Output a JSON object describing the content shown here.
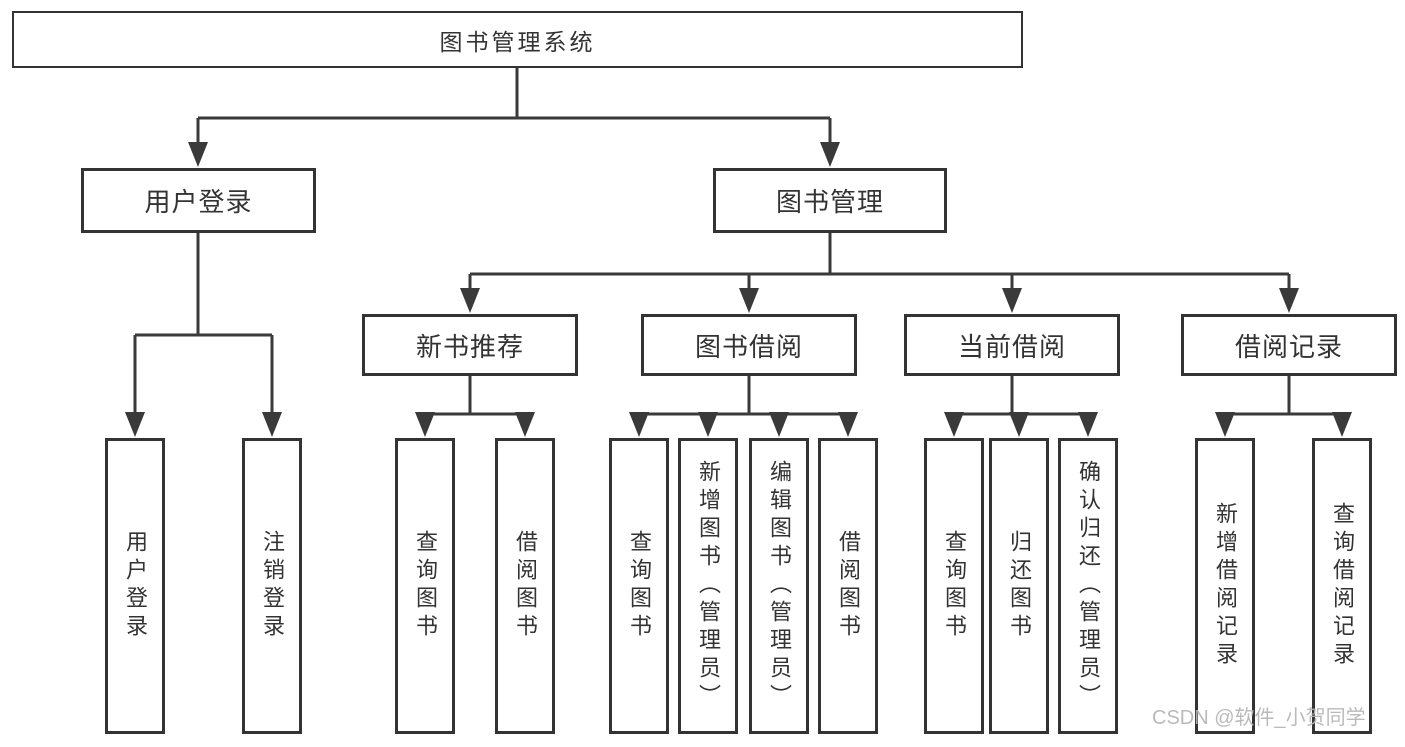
{
  "tree": {
    "label": "图书管理系统",
    "children": [
      {
        "label": "用户登录",
        "children": [
          {
            "label": "用户登录"
          },
          {
            "label": "注销登录"
          }
        ]
      },
      {
        "label": "图书管理",
        "children": [
          {
            "label": "新书推荐",
            "children": [
              {
                "label": "查询图书"
              },
              {
                "label": "借阅图书"
              }
            ]
          },
          {
            "label": "图书借阅",
            "children": [
              {
                "label": "查询图书"
              },
              {
                "label": "新增图书（管理员）"
              },
              {
                "label": "编辑图书（管理员）"
              },
              {
                "label": "借阅图书"
              }
            ]
          },
          {
            "label": "当前借阅",
            "children": [
              {
                "label": "查询图书"
              },
              {
                "label": "归还图书"
              },
              {
                "label": "确认归还（管理员）"
              }
            ]
          },
          {
            "label": "借阅记录",
            "children": [
              {
                "label": "新增借阅记录"
              },
              {
                "label": "查询借阅记录"
              }
            ]
          }
        ]
      }
    ]
  },
  "watermark": {
    "text": "CSDN @软件_小贺同学"
  },
  "colors": {
    "line": "#3a3a3a",
    "box_border": "#333333",
    "text": "#333333",
    "watermark": "#b5b5b5",
    "background": "#ffffff"
  }
}
